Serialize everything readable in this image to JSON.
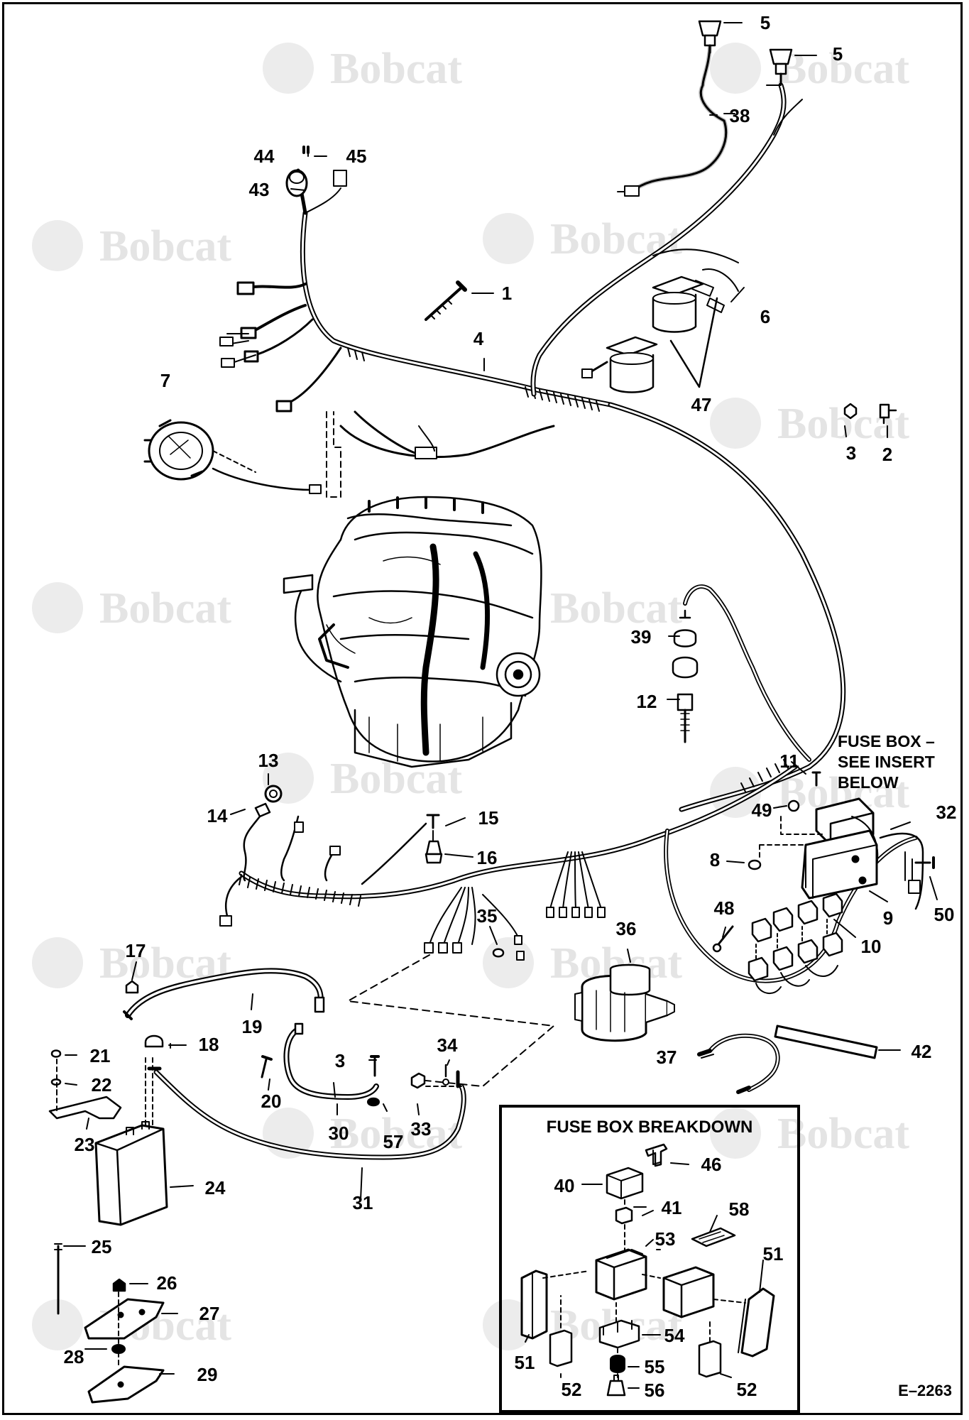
{
  "watermark": {
    "text": "Bobcat"
  },
  "drawing_number": "E–2263",
  "fuse_box_note": "FUSE BOX –\nSEE INSERT\nBELOW",
  "inset": {
    "title": "FUSE BOX BREAKDOWN"
  },
  "callouts": [
    {
      "id": "c5a",
      "text": "5"
    },
    {
      "id": "c5b",
      "text": "5"
    },
    {
      "id": "c38",
      "text": "38"
    },
    {
      "id": "c44",
      "text": "44"
    },
    {
      "id": "c45",
      "text": "45"
    },
    {
      "id": "c43",
      "text": "43"
    },
    {
      "id": "c1",
      "text": "1"
    },
    {
      "id": "c6",
      "text": "6"
    },
    {
      "id": "c4",
      "text": "4"
    },
    {
      "id": "c7",
      "text": "7"
    },
    {
      "id": "c47",
      "text": "47"
    },
    {
      "id": "c3a",
      "text": "3"
    },
    {
      "id": "c2",
      "text": "2"
    },
    {
      "id": "c39",
      "text": "39"
    },
    {
      "id": "c12",
      "text": "12"
    },
    {
      "id": "c13",
      "text": "13"
    },
    {
      "id": "c11",
      "text": "11"
    },
    {
      "id": "c14",
      "text": "14"
    },
    {
      "id": "c15",
      "text": "15"
    },
    {
      "id": "c49",
      "text": "49"
    },
    {
      "id": "c32",
      "text": "32"
    },
    {
      "id": "c16",
      "text": "16"
    },
    {
      "id": "c8",
      "text": "8"
    },
    {
      "id": "c9",
      "text": "9"
    },
    {
      "id": "c50",
      "text": "50"
    },
    {
      "id": "c48",
      "text": "48"
    },
    {
      "id": "c10",
      "text": "10"
    },
    {
      "id": "c35",
      "text": "35"
    },
    {
      "id": "c36",
      "text": "36"
    },
    {
      "id": "c17",
      "text": "17"
    },
    {
      "id": "c19",
      "text": "19"
    },
    {
      "id": "c18",
      "text": "18"
    },
    {
      "id": "c21",
      "text": "21"
    },
    {
      "id": "c3b",
      "text": "3"
    },
    {
      "id": "c34",
      "text": "34"
    },
    {
      "id": "c42",
      "text": "42"
    },
    {
      "id": "c37",
      "text": "37"
    },
    {
      "id": "c22",
      "text": "22"
    },
    {
      "id": "c20",
      "text": "20"
    },
    {
      "id": "c23",
      "text": "23"
    },
    {
      "id": "c30",
      "text": "30"
    },
    {
      "id": "c33",
      "text": "33"
    },
    {
      "id": "c57",
      "text": "57"
    },
    {
      "id": "c24",
      "text": "24"
    },
    {
      "id": "c31",
      "text": "31"
    },
    {
      "id": "c25",
      "text": "25"
    },
    {
      "id": "c26",
      "text": "26"
    },
    {
      "id": "c27",
      "text": "27"
    },
    {
      "id": "c28",
      "text": "28"
    },
    {
      "id": "c29",
      "text": "29"
    },
    {
      "id": "c46",
      "text": "46"
    },
    {
      "id": "c40",
      "text": "40"
    },
    {
      "id": "c41",
      "text": "41"
    },
    {
      "id": "c58",
      "text": "58"
    },
    {
      "id": "c53",
      "text": "53"
    },
    {
      "id": "c51a",
      "text": "51"
    },
    {
      "id": "c51b",
      "text": "51"
    },
    {
      "id": "c54",
      "text": "54"
    },
    {
      "id": "c55",
      "text": "55"
    },
    {
      "id": "c56",
      "text": "56"
    },
    {
      "id": "c52a",
      "text": "52"
    },
    {
      "id": "c52b",
      "text": "52"
    }
  ]
}
